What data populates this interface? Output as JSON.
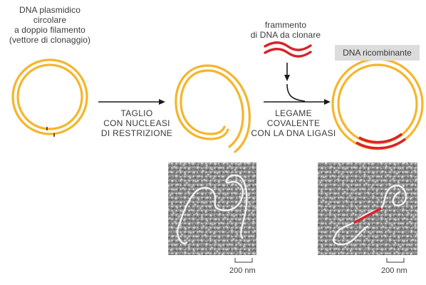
{
  "labels": {
    "plasmid": [
      "DNA plasmidico",
      "circolare",
      "a doppio filamento",
      "(vettore di clonaggio)"
    ],
    "cut": [
      "TAGLIO",
      "CON NUCLEASI",
      "DI RESTRIZIONE"
    ],
    "fragment": [
      "frammento",
      "di DNA da clonare"
    ],
    "recombinant": "DNA ricombinante",
    "ligation": [
      "LEGAME",
      "COVALENTE",
      "CON LA DNA LIGASI"
    ]
  },
  "micrographs": {
    "left_scale": "200 nm",
    "right_scale": "200 nm"
  },
  "colors": {
    "dna_strand": "#f5b52c",
    "insert_strand": "#d8222b",
    "arrow": "#1a1a1a",
    "badge_bg": "#dcdcdc"
  }
}
